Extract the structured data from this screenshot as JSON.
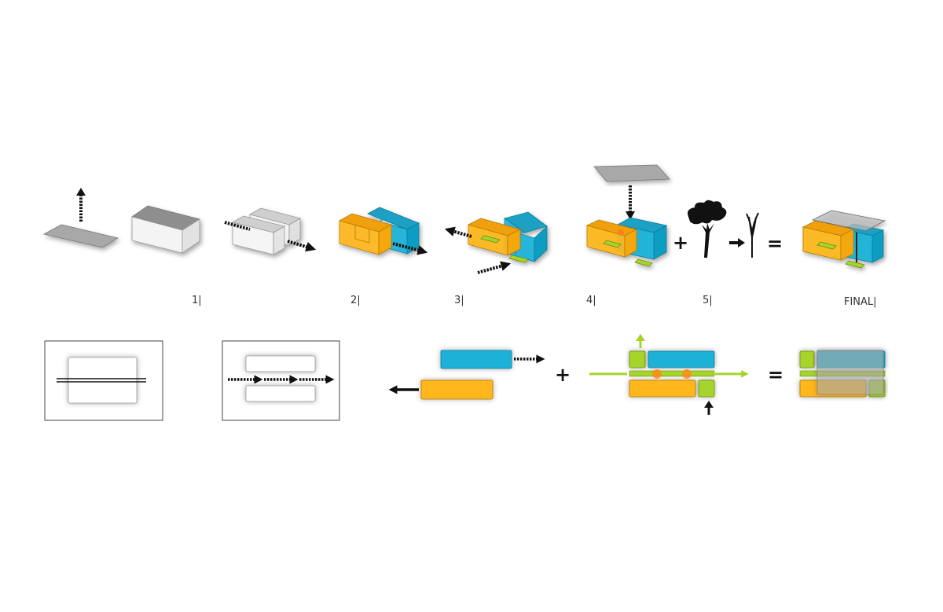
{
  "steps": [
    {
      "label": "1|"
    },
    {
      "label": "2|"
    },
    {
      "label": "3|"
    },
    {
      "label": "4|"
    },
    {
      "label": "5|"
    },
    {
      "label": "FINAL|"
    }
  ],
  "symbols": {
    "plus": "+",
    "equals": "="
  },
  "colors": {
    "orange": "#ffb71b",
    "blue": "#1ab2d8",
    "green": "#a6d42a",
    "gray_slab": "#a8a8a8",
    "white_box": "#f4f4f4",
    "arrow": "#111111"
  }
}
